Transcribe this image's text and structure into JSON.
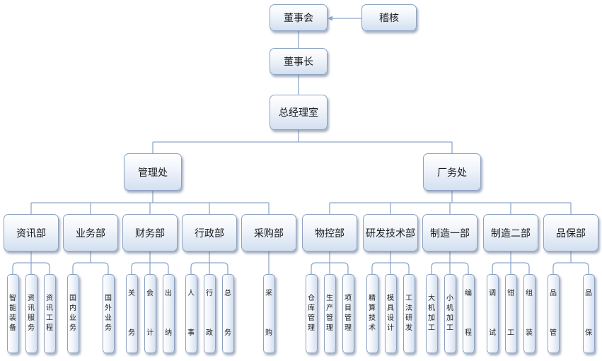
{
  "board": "董事会",
  "audit": "稽核",
  "chairman": "董事长",
  "gm_office": "总经理室",
  "management": {
    "label": "管理处",
    "departments": [
      {
        "label": "资讯部",
        "children": [
          "智能装备",
          "资讯服务",
          "资讯工程"
        ]
      },
      {
        "label": "业务部",
        "children": [
          "国内业务",
          "国外业务"
        ]
      },
      {
        "label": "财务部",
        "children": [
          "关务",
          "会计",
          "出纳"
        ]
      },
      {
        "label": "行政部",
        "children": [
          "人事",
          "行政",
          "总务"
        ]
      },
      {
        "label": "采购部",
        "children": [
          "采购"
        ]
      }
    ]
  },
  "factory": {
    "label": "厂务处",
    "departments": [
      {
        "label": "物控部",
        "children": [
          "仓库管理",
          "生产管理",
          "项目管理"
        ]
      },
      {
        "label": "研发技术部",
        "children": [
          "精算技术",
          "模具设计",
          "工法研发"
        ]
      },
      {
        "label": "制造一部",
        "children": [
          "大机加工",
          "小机加工",
          "编程"
        ]
      },
      {
        "label": "制造二部",
        "children": [
          "调试",
          "钳工",
          "组装"
        ]
      },
      {
        "label": "品保部",
        "children": [
          "品管",
          "品保"
        ]
      }
    ]
  },
  "colors": {
    "line": "#8ea8cc",
    "border": "#8ea3c2",
    "fill_top": "#ffffff",
    "fill_bottom": "#d3dff0"
  }
}
